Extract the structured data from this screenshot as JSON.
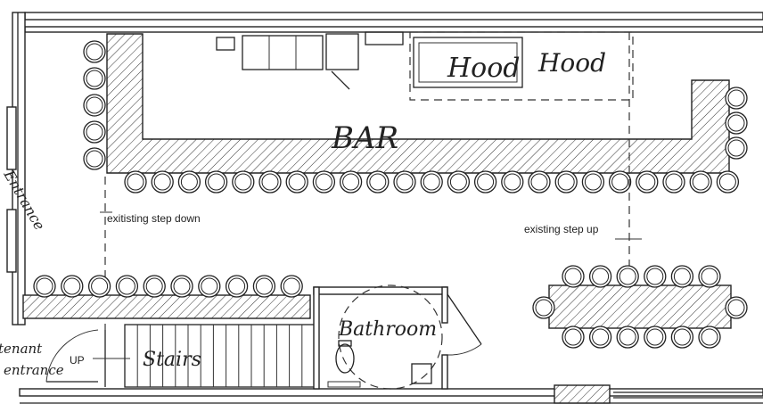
{
  "labels": {
    "bar": "BAR",
    "hood1": "Hood",
    "hood2": "Hood",
    "entrance": "Entrance",
    "step_down": "exitisting step down",
    "step_up": "existing step up",
    "bathroom": "Bathroom",
    "stairs": "Stairs",
    "up": "UP",
    "tenant_line1": "tenant",
    "tenant_line2": "entrance"
  },
  "counts": {
    "bar_front_stools": 23,
    "bar_left_stools": 5,
    "bar_right_stools": 3,
    "counter_stools": 10,
    "table_top_chairs": 6,
    "table_bottom_chairs": 6,
    "table_end_chairs": 2
  },
  "colors": {
    "ink": "#222222",
    "paper": "#ffffff"
  }
}
